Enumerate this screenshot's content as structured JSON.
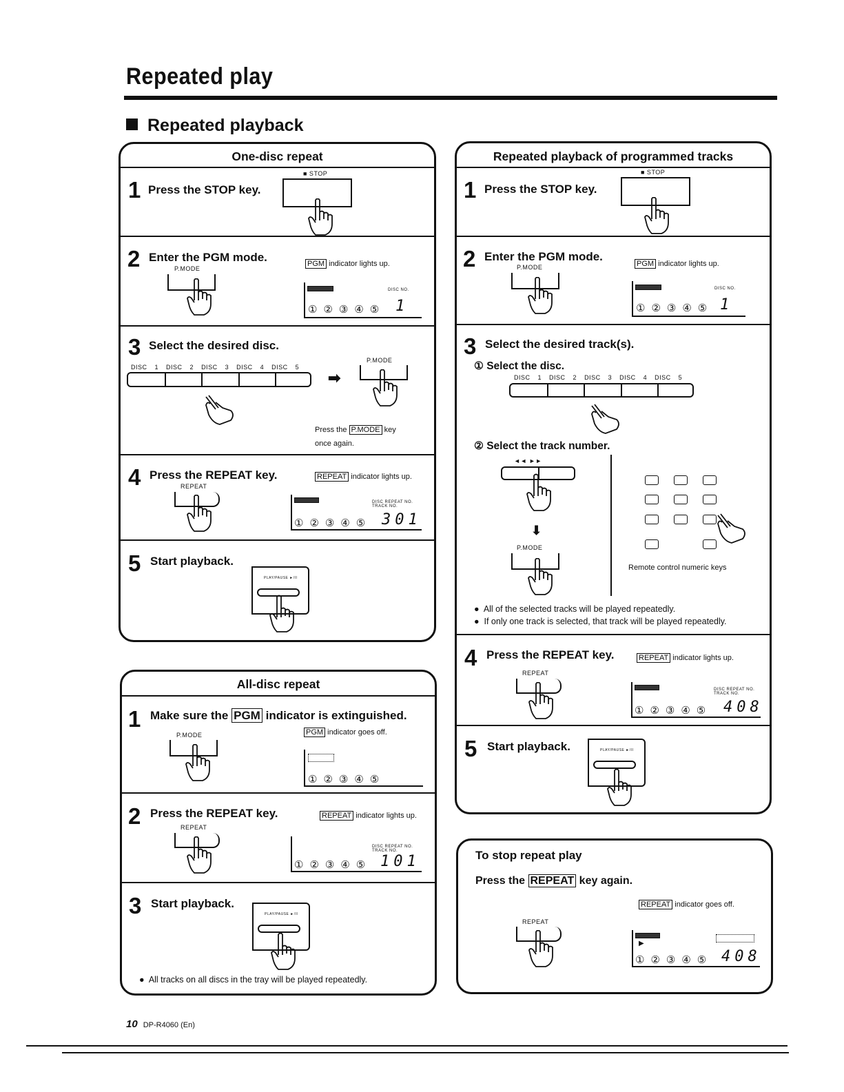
{
  "page_title": "Repeated play",
  "section_title": "Repeated playback",
  "one_disc": {
    "title": "One-disc repeat",
    "step1": {
      "num": "1",
      "text": "Press the STOP key.",
      "key_label": "■ STOP"
    },
    "step2": {
      "num": "2",
      "text": "Enter the PGM mode.",
      "key_label": "P.MODE",
      "indicator": "PGM",
      "indicator_note": "indicator lights up.",
      "disp_label": "DISC NO.",
      "disp_value": "1"
    },
    "step3": {
      "num": "3",
      "text": "Select the desired disc.",
      "discs": [
        "DISC 1",
        "DISC 2",
        "DISC 3",
        "DISC 4",
        "DISC 5"
      ],
      "key_label": "P.MODE",
      "note_a": "Press the",
      "note_key": "P.MODE",
      "note_b": "key",
      "note_c": "once again."
    },
    "step4": {
      "num": "4",
      "text": "Press the REPEAT key.",
      "key_label": "REPEAT",
      "indicator": "REPEAT",
      "indicator_note": "indicator lights up.",
      "disp_label": "DISC REPEAT NO. TRACK NO.",
      "disp_value": "301"
    },
    "step5": {
      "num": "5",
      "text": "Start playback.",
      "key_label": "PLAY/PAUSE ►/II"
    }
  },
  "all_disc": {
    "title": "All-disc repeat",
    "step1": {
      "num": "1",
      "text_a": "Make sure the",
      "text_key": "PGM",
      "text_b": "indicator is extinguished.",
      "key_label": "P.MODE",
      "indicator": "PGM",
      "indicator_note": "indicator goes off."
    },
    "step2": {
      "num": "2",
      "text": "Press the REPEAT key.",
      "key_label": "REPEAT",
      "indicator": "REPEAT",
      "indicator_note": "indicator lights up.",
      "disp_label": "DISC REPEAT NO. TRACK NO.",
      "disp_value": "101"
    },
    "step3": {
      "num": "3",
      "text": "Start playback.",
      "key_label": "PLAY/PAUSE ►/II"
    },
    "bullet": "All tracks on all discs in the tray will be played repeatedly."
  },
  "programmed": {
    "title": "Repeated playback of programmed tracks",
    "step1": {
      "num": "1",
      "text": "Press the STOP key.",
      "key_label": "■ STOP"
    },
    "step2": {
      "num": "2",
      "text": "Enter the PGM mode.",
      "key_label": "P.MODE",
      "indicator": "PGM",
      "indicator_note": "indicator lights up.",
      "disp_label": "DISC NO.",
      "disp_value": "1"
    },
    "step3": {
      "num": "3",
      "text": "Select the desired track(s).",
      "sub1": "① Select the disc.",
      "discs": [
        "DISC 1",
        "DISC 2",
        "DISC 3",
        "DISC 4",
        "DISC 5"
      ],
      "sub2": "② Select the track number.",
      "skip_label": "◄◄   ►►",
      "key_label": "P.MODE",
      "remote_note": "Remote control numeric keys",
      "bullet1": "All of the selected tracks will be played repeatedly.",
      "bullet2": "If only one track is selected, that track will be played repeatedly."
    },
    "step4": {
      "num": "4",
      "text": "Press the REPEAT key.",
      "key_label": "REPEAT",
      "indicator": "REPEAT",
      "indicator_note": "indicator lights up.",
      "disp_label": "DISC REPEAT NO. TRACK NO.",
      "disp_value": "408"
    },
    "step5": {
      "num": "5",
      "text": "Start playback.",
      "key_label": "PLAY/PAUSE ►/II"
    }
  },
  "stop_repeat": {
    "title": "To stop repeat play",
    "text_a": "Press the",
    "text_key": "REPEAT",
    "text_b": "key again.",
    "key_label": "REPEAT",
    "indicator": "REPEAT",
    "indicator_note": "indicator goes off.",
    "disp_value": "408"
  },
  "footer": {
    "page": "10",
    "model": "DP-R4060 (En)"
  },
  "circles": "①②③④⑤"
}
